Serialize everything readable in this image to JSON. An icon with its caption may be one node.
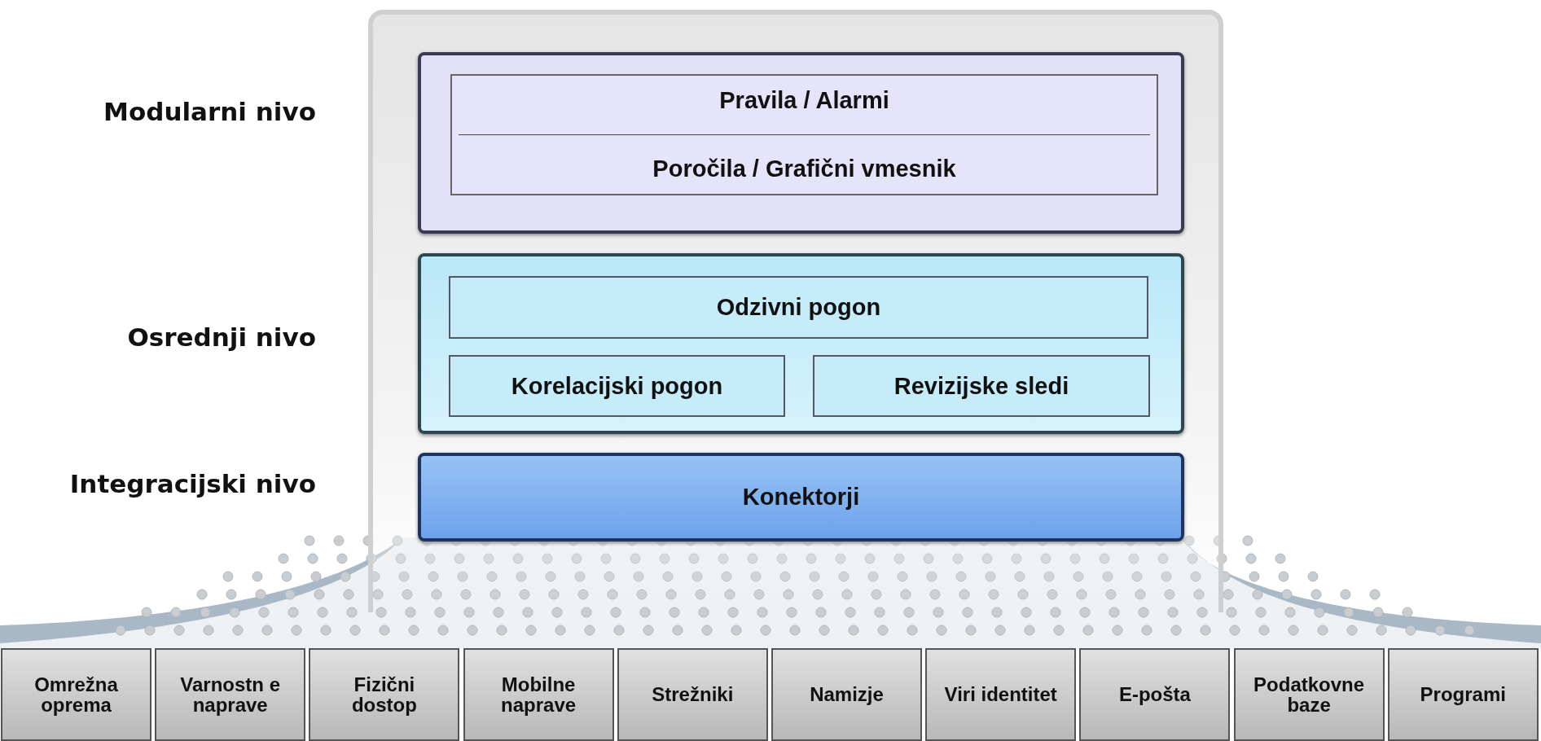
{
  "diagram": {
    "nodes": [
      {
        "text": [],
        "shape": "box"
      },
      {
        "text": [],
        "shape": "box",
        "in": 0
      },
      {
        "text": [
          "Pravila / Alarmi",
          "Poročila / Grafični vmesnik"
        ],
        "in": 1
      },
      {
        "text": [],
        "shape": "box",
        "in": 0
      },
      {
        "text": [
          "Odzivni pogon"
        ],
        "in": 3
      },
      {
        "text": [
          "Korelacijski pogon"
        ],
        "in": 3
      },
      {
        "text": [
          "Revizijske sledi"
        ],
        "in": 3
      },
      {
        "text": [
          "Konektorji"
        ],
        "in": 0
      },
      {
        "text": [
          "Omrežna oprema"
        ]
      },
      {
        "text": [
          "Varnostn e naprave"
        ]
      },
      {
        "text": [
          "Fizični dostop"
        ]
      },
      {
        "text": [
          "Mobilne naprave"
        ]
      },
      {
        "text": [
          "Strežniki"
        ]
      },
      {
        "text": [
          "Namizje"
        ]
      },
      {
        "text": [
          "Viri identitet"
        ]
      },
      {
        "text": [
          "E-pošta"
        ]
      },
      {
        "text": [
          "Podatkovne baze"
        ]
      },
      {
        "text": [
          "Programi"
        ]
      }
    ],
    "edges": [],
    "labels": [
      "Modularni nivo",
      "Osrednji nivo",
      "Integracijski nivo"
    ]
  }
}
